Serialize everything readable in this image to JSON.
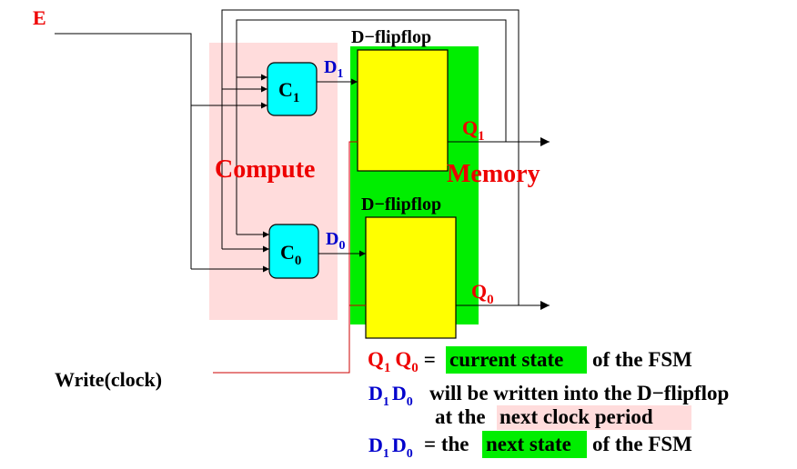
{
  "labels": {
    "input_e": "E",
    "write_clock": "Write(clock)",
    "compute": "Compute",
    "memory": "Memory",
    "dff_top": "D−flipflop",
    "dff_bottom": "D−flipflop",
    "c1_letter": "C",
    "c1_sub": "1",
    "c0_letter": "C",
    "c0_sub": "0",
    "d1_letter": "D",
    "d1_sub": "1",
    "d0_letter": "D",
    "d0_sub": "0",
    "q1_letter": "Q",
    "q1_sub": "1",
    "q0_letter": "Q",
    "q0_sub": "0"
  },
  "notes": {
    "line1": {
      "q1_letter": "Q",
      "q1_sub": "1",
      "q0_letter": "Q",
      "q0_sub": "0",
      "equals": "=",
      "highlight": "current state",
      "rest": "of the FSM"
    },
    "line2": {
      "d1_letter": "D",
      "d1_sub": "1",
      "d0_letter": "D",
      "d0_sub": "0",
      "text": "will be written into the D−flipflop"
    },
    "line3": {
      "prefix": "at the",
      "highlight": "next clock period"
    },
    "line4": {
      "d1_letter": "D",
      "d1_sub": "1",
      "d0_letter": "D",
      "d0_sub": "0",
      "equals": "= the",
      "highlight": "next state",
      "rest": "of the FSM"
    }
  },
  "colors": {
    "compute_bg": "#ffdcdc",
    "memory_bg": "#00ee00",
    "flipflop_fill": "#ffff00",
    "block_fill": "#00ffff",
    "red_text": "#ee0000",
    "blue_text": "#0000cc",
    "highlight_green": "#00ee00",
    "highlight_pink": "#ffdcdc",
    "clock_wire": "#cc0000"
  }
}
